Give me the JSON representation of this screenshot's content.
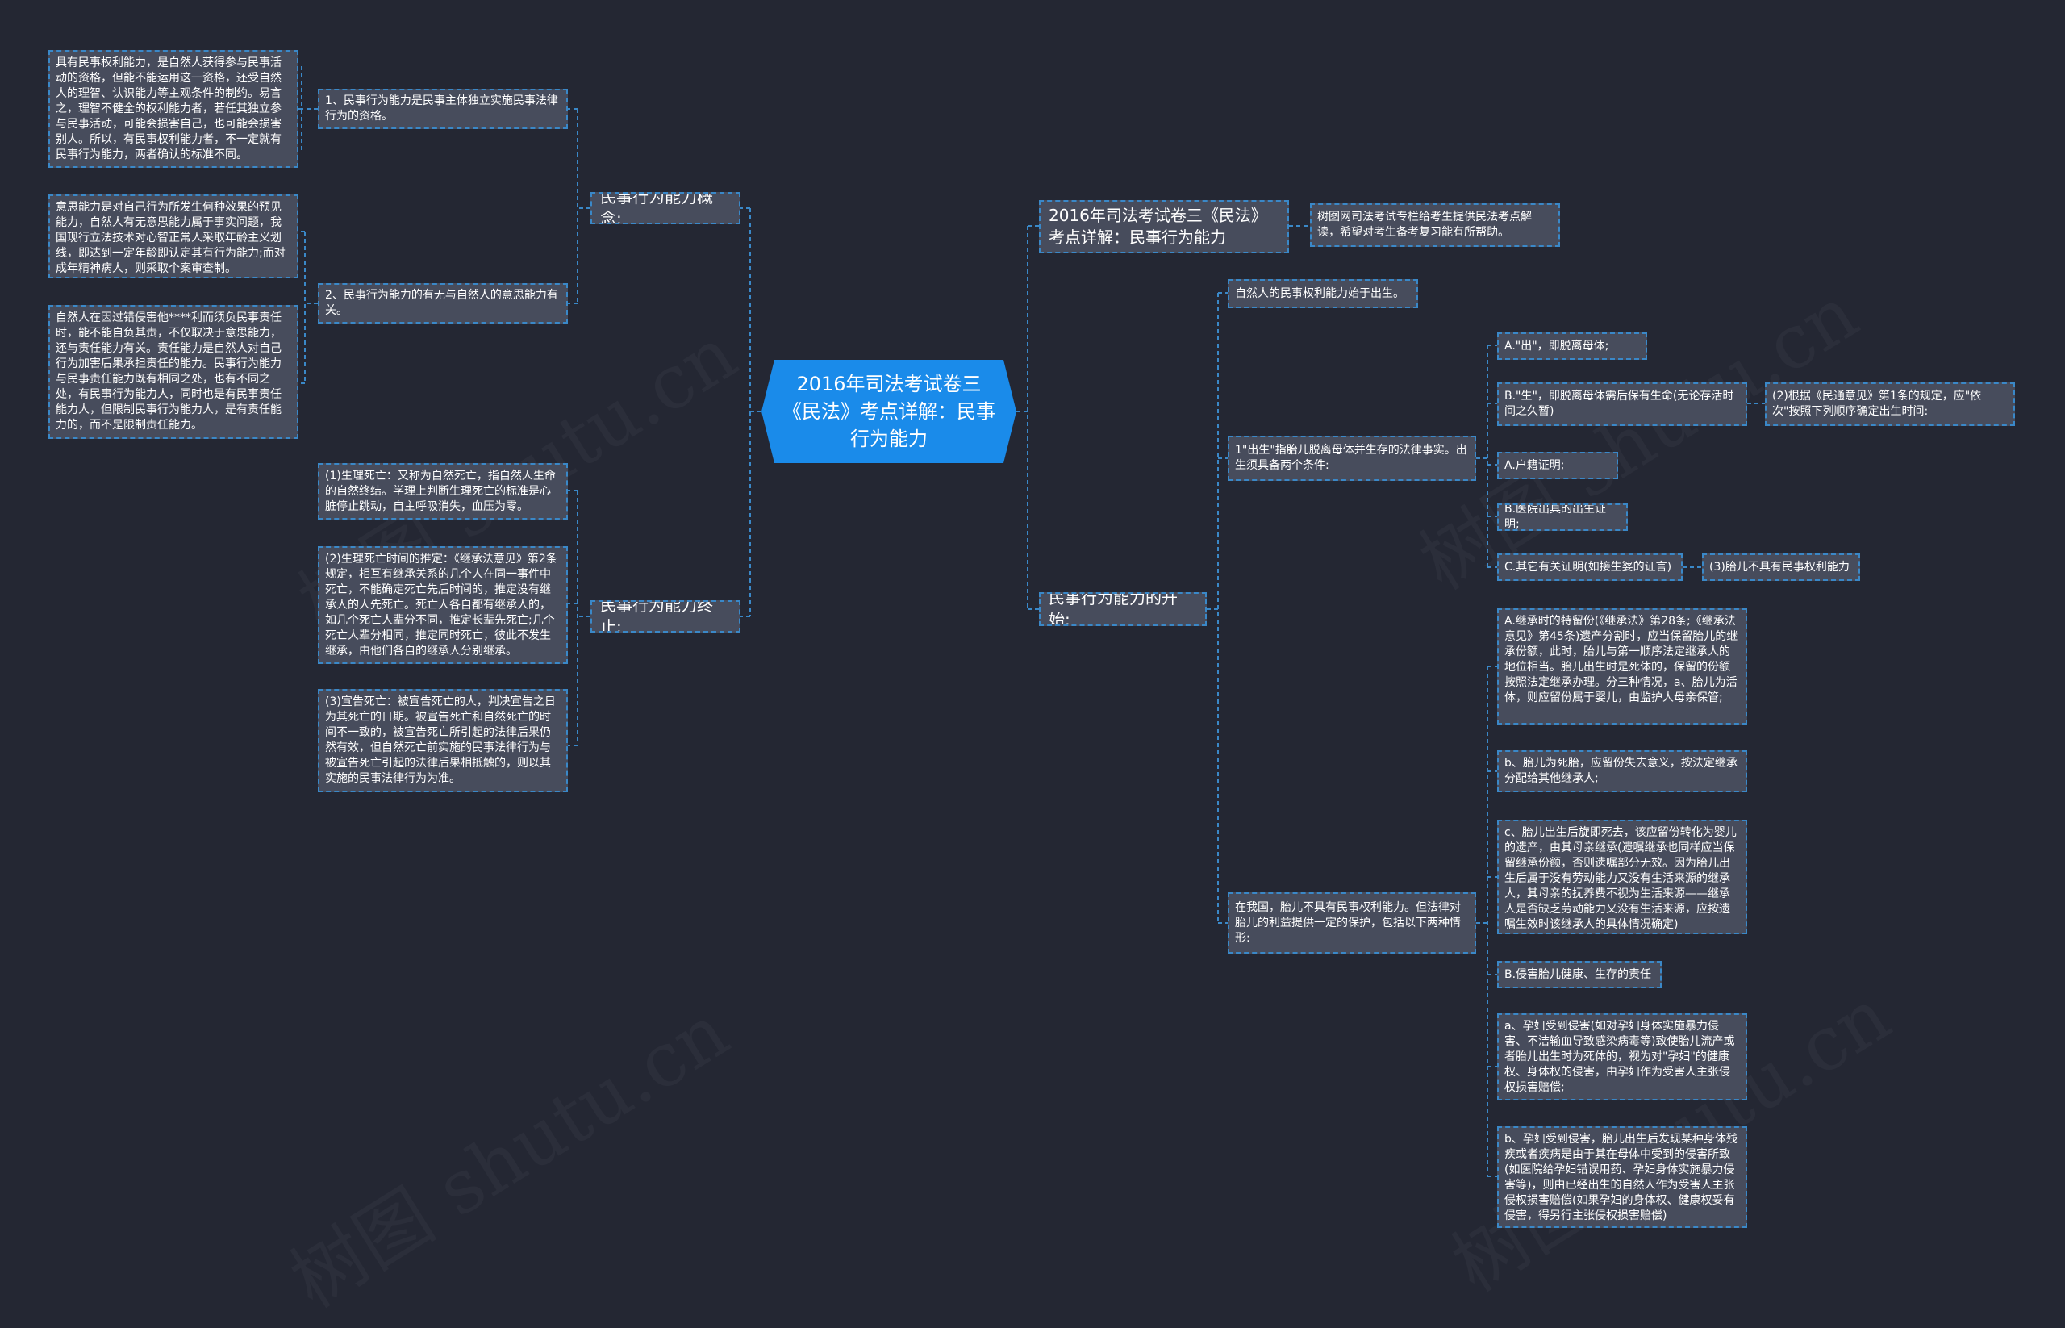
{
  "root": "2016年司法考试卷三《民法》考点详解：民事行为能力",
  "left": {
    "concept": {
      "label": "民事行为能力概念:",
      "item1": "1、民事行为能力是民事主体独立实施民事法律行为的资格。",
      "item1_note": "具有民事权利能力，是自然人获得参与民事活动的资格，但能不能运用这一资格，还受自然人的理智、认识能力等主观条件的制约。易言之，理智不健全的权利能力者，若任其独立参与民事活动，可能会损害自己，也可能会损害别人。所以，有民事权利能力者，不一定就有民事行为能力，两者确认的标准不同。",
      "item2": "2、民事行为能力的有无与自然人的意思能力有关。",
      "item2_note1": "意思能力是对自己行为所发生何种效果的预见能力，自然人有无意思能力属于事实问题，我国现行立法技术对心智正常人采取年龄主义划线，即达到一定年龄即认定其有行为能力;而对成年精神病人，则采取个案审查制。",
      "item2_note2": "自然人在因过错侵害他****利而须负民事责任时，能不能自负其责，不仅取决于意思能力，还与责任能力有关。责任能力是自然人对自己行为加害后果承担责任的能力。民事行为能力与民事责任能力既有相同之处，也有不同之处，有民事行为能力人，同时也是有民事责任能力人，但限制民事行为能力人，是有责任能力的，而不是限制责任能力。"
    },
    "termination": {
      "label": "民事行为能力终止:",
      "item1": "(1)生理死亡：又称为自然死亡，指自然人生命的自然终结。学理上判断生理死亡的标准是心脏停止跳动，自主呼吸消失，血压为零。",
      "item2": "(2)生理死亡时间的推定：《继承法意见》第2条规定，相互有继承关系的几个人在同一事件中死亡，不能确定死亡先后时间的，推定没有继承人的人先死亡。死亡人各自都有继承人的，如几个死亡人辈分不同，推定长辈先死亡;几个死亡人辈分相同，推定同时死亡，彼此不发生继承，由他们各自的继承人分别继承。",
      "item3": "(3)宣告死亡：被宣告死亡的人，判决宣告之日为其死亡的日期。被宣告死亡和自然死亡的时间不一致的，被宣告死亡所引起的法律后果仍然有效，但自然死亡前实施的民事法律行为与被宣告死亡引起的法律后果相抵触的，则以其实施的民事法律行为为准。"
    }
  },
  "right": {
    "detail": {
      "label": "2016年司法考试卷三《民法》考点详解：民事行为能力",
      "note": "树图网司法考试专栏给考生提供民法考点解读，希望对考生备考复习能有所帮助。"
    },
    "start": {
      "label": "民事行为能力的开始:",
      "a": "自然人的民事权利能力始于出生。",
      "b": "1\"出生\"指胎儿脱离母体并生存的法律事实。出生须具备两个条件:",
      "b1": "A.\"出\"，即脱离母体;",
      "b2": "B.\"生\"，即脱离母体需后保有生命(无论存活时间之久暂)",
      "b2_note": "(2)根据《民通意见》第1条的规定，应\"依次\"按照下列顺序确定出生时间:",
      "b3": "A.户籍证明;",
      "b4": "B.医院出具的出生证明;",
      "b5": "C.其它有关证明(如接生婆的证言)",
      "b5_note": "(3)胎儿不具有民事权利能力",
      "c": "在我国，胎儿不具有民事权利能力。但法律对胎儿的利益提供一定的保护，包括以下两种情形:",
      "c1": "A.继承时的特留份(《继承法》第28条;《继承法意见》第45条)遗产分割时，应当保留胎儿的继承份额，此时，胎儿与第一顺序法定继承人的地位相当。胎儿出生时是死体的，保留的份额按照法定继承办理。分三种情况，a、胎儿为活体，则应留份属于婴儿，由监护人母亲保管;",
      "c2": "b、胎儿为死胎，应留份失去意义，按法定继承分配给其他继承人;",
      "c3": "c、胎儿出生后旋即死去，该应留份转化为婴儿的遗产，由其母亲继承(遗嘱继承也同样应当保留继承份额，否则遗嘱部分无效。因为胎儿出生后属于没有劳动能力又没有生活来源的继承人，其母亲的抚养费不视为生活来源——继承人是否缺乏劳动能力又没有生活来源，应按遗嘱生效时该继承人的具体情况确定)",
      "c4": "B.侵害胎儿健康、生存的责任",
      "c5": "a、孕妇受到侵害(如对孕妇身体实施暴力侵害、不洁输血导致感染病毒等)致使胎儿流产或者胎儿出生时为死体的，视为对\"孕妇\"的健康权、身体权的侵害，由孕妇作为受害人主张侵权损害赔偿;",
      "c6": "b、孕妇受到侵害，胎儿出生后发现某种身体残疾或者疾病是由于其在母体中受到的侵害所致(如医院给孕妇错误用药、孕妇身体实施暴力侵害等)，则由已经出生的自然人作为受害人主张侵权损害赔偿(如果孕妇的身体权、健康权妥有侵害，得另行主张侵权损害赔偿)"
    }
  },
  "watermark": "树图 shutu.cn",
  "colors": {
    "background": "#242733",
    "root": "#1a8bea",
    "node": "#474c5c",
    "line": "#3a88c8"
  }
}
